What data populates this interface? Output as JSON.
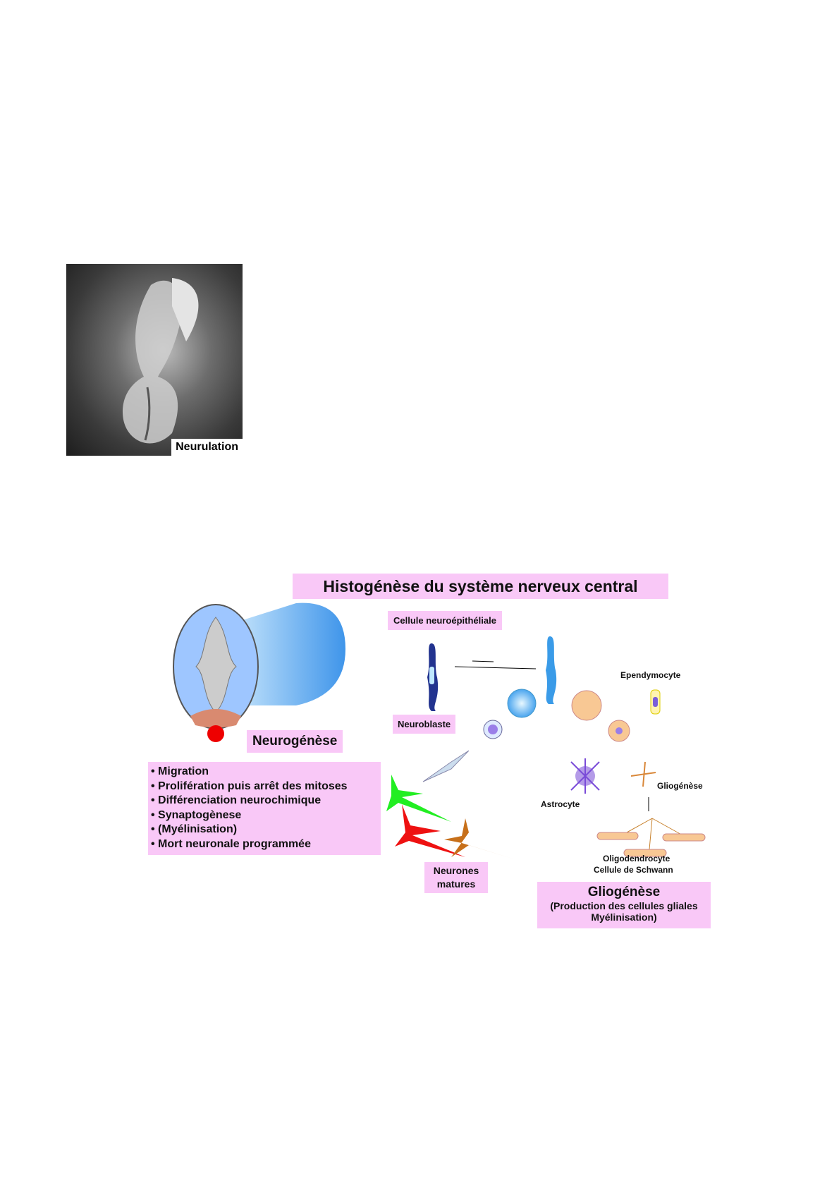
{
  "photo": {
    "caption": "Neurulation"
  },
  "diagram": {
    "title": "Histogénèse du système nerveux central",
    "cellule_label": "Cellule neuroépithéliale",
    "neuroblaste_label": "Neuroblaste",
    "neurogenese_label": "Neurogénèse",
    "neurogenese_points": [
      "• Migration",
      "• Prolifération puis arrêt des mitoses",
      "• Différenciation neurochimique",
      "• Synaptogènese",
      "• (Myélinisation)",
      "• Mort neuronale programmée"
    ],
    "neurones_label_1": "Neurones",
    "neurones_label_2": "matures",
    "ependymocyte_label": "Ependymocyte",
    "astrocyte_label": "Astrocyte",
    "gliogenese_arrow_label": "Gliogénèse",
    "oligo_label": "Oligodendrocyte",
    "schwann_label": "Cellule de Schwann",
    "gliogenese_title": "Gliogénèse",
    "gliogenese_sub1": "(Production des cellules gliales",
    "gliogenese_sub2": "Myélinisation)"
  }
}
